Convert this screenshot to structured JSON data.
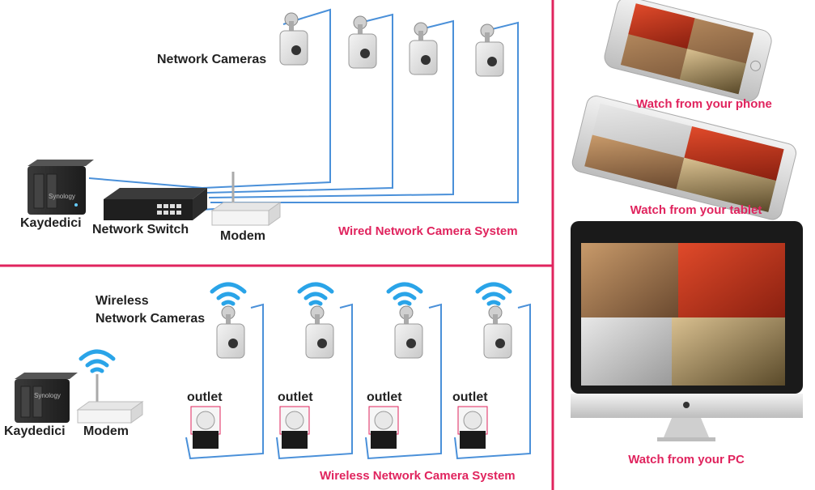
{
  "wired": {
    "cameras_label": "Network Cameras",
    "recorder_label": "Kaydedici",
    "switch_label": "Network Switch",
    "modem_label": "Modem",
    "system_title": "Wired Network Camera System",
    "recorder_brand": "Synology"
  },
  "wireless": {
    "cameras_label_line1": "Wireless",
    "cameras_label_line2": "Network Cameras",
    "outlet_label": "outlet",
    "recorder_label": "Kaydedici",
    "modem_label": "Modem",
    "system_title": "Wireless Network Camera System",
    "recorder_brand": "Synology"
  },
  "viewing": {
    "phone_caption": "Watch from your phone",
    "tablet_caption": "Watch from your tablet",
    "pc_caption": "Watch from your PC"
  },
  "colors": {
    "accent": "#e0245e",
    "cable": "#4a90d9",
    "wifi": "#2aa4e8",
    "divider": "#e0245e"
  }
}
